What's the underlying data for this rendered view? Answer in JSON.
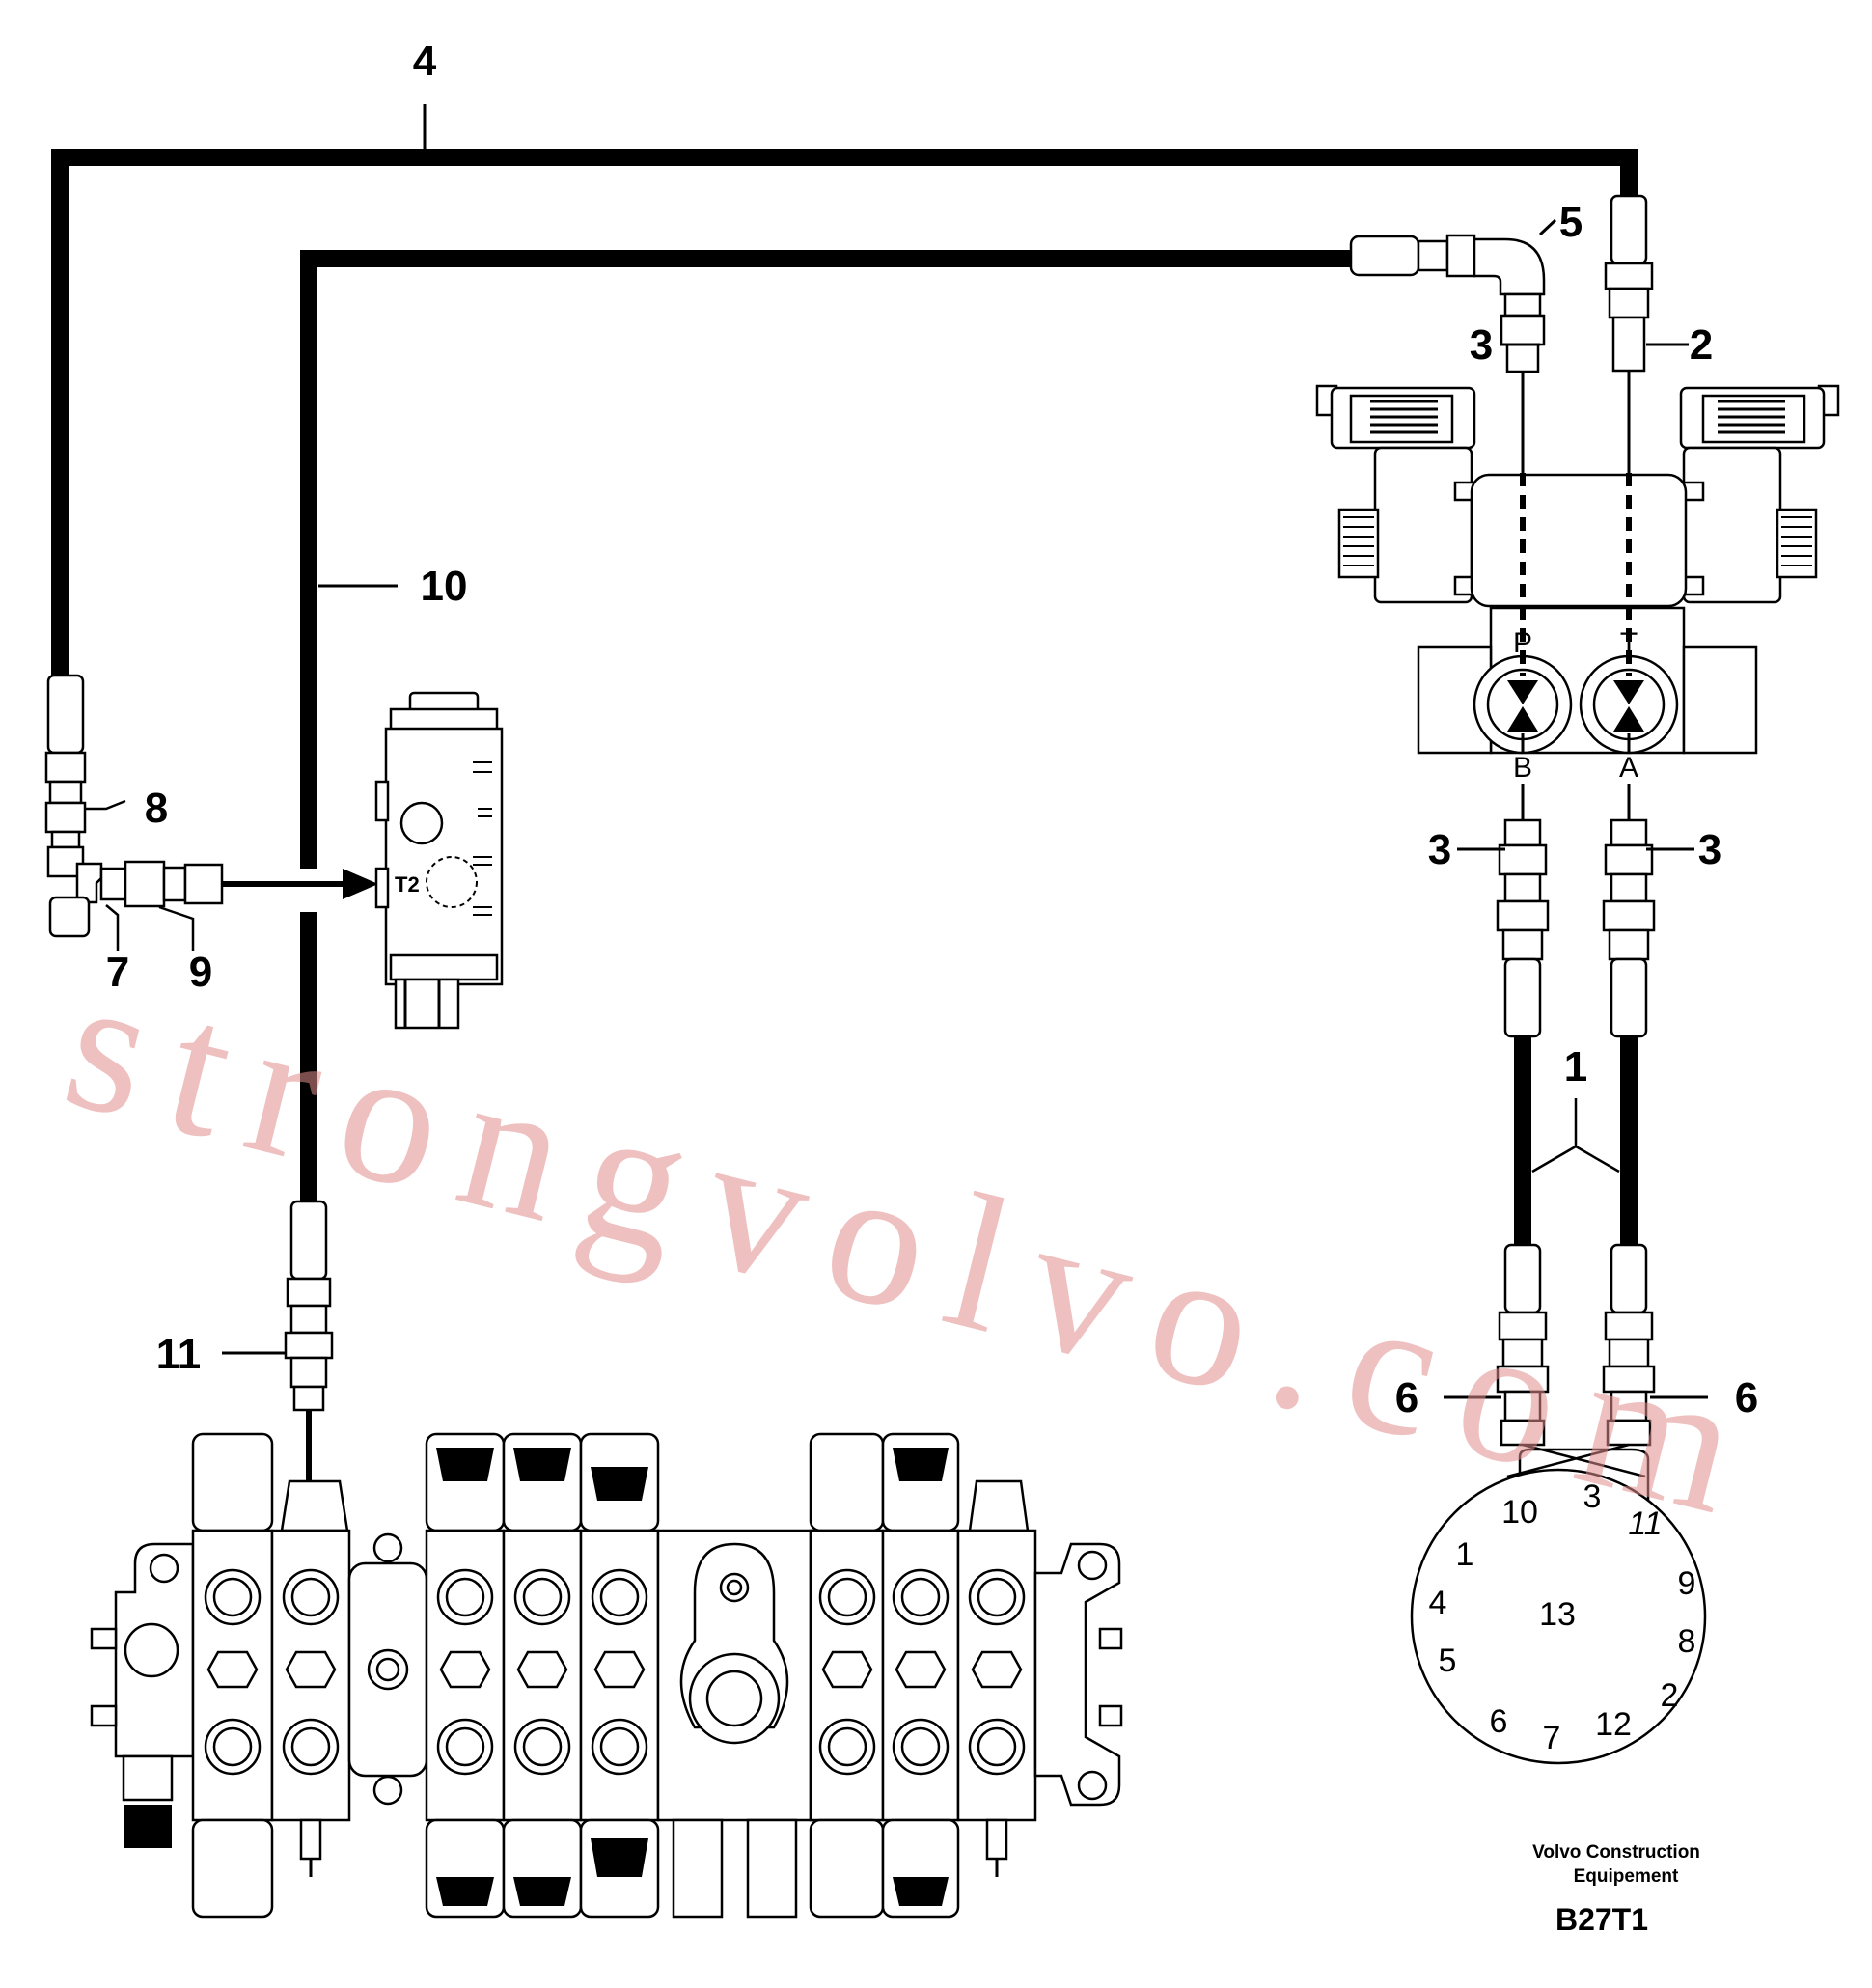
{
  "callouts": {
    "c1": "1",
    "c2": "2",
    "c3a": "3",
    "c3b": "3",
    "c3c": "3",
    "c4": "4",
    "c5": "5",
    "c6a": "6",
    "c6b": "6",
    "c7": "7",
    "c8": "8",
    "c9": "9",
    "c10": "10",
    "c11": "11"
  },
  "ports": {
    "p": "P",
    "t": "T",
    "b": "B",
    "a": "A",
    "t2": "T2"
  },
  "connector_pins": [
    "10",
    "3",
    "11",
    "1",
    "4",
    "5",
    "13",
    "9",
    "8",
    "2",
    "6",
    "7",
    "12"
  ],
  "watermark": "strongvolvo.com",
  "footer": {
    "company_line1": "Volvo Construction",
    "company_line2": "Equipement",
    "drawing_code": "B27T1"
  }
}
